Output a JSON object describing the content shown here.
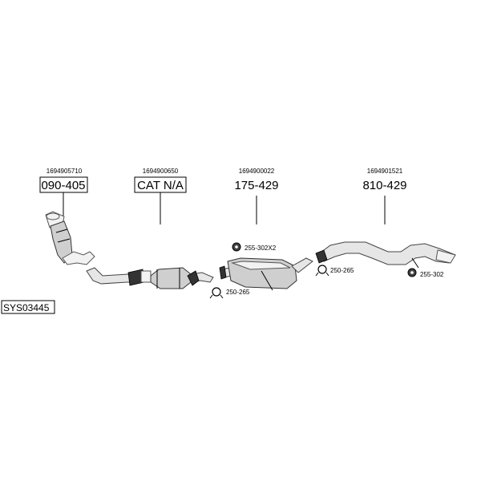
{
  "system_code": "SYS03445",
  "parts": [
    {
      "oe": "1694905710",
      "part": "090-405",
      "icon": "catalytic-converter-front-icon"
    },
    {
      "oe": "1694900650",
      "part": "CAT N/A",
      "icon": "front-pipe-with-catalyst-icon"
    },
    {
      "oe": "1694900022",
      "part": "175-429",
      "icon": "middle-silencer-icon"
    },
    {
      "oe": "1694901521",
      "part": "810-429",
      "icon": "tail-pipe-icon"
    }
  ],
  "accessories": [
    {
      "label": "255-302X2",
      "icon": "rubber-hanger-icon"
    },
    {
      "label": "250-265",
      "icon": "pipe-clamp-icon"
    },
    {
      "label": "250-265",
      "icon": "pipe-clamp-icon"
    },
    {
      "label": "255-302",
      "icon": "rubber-hanger-icon"
    }
  ]
}
